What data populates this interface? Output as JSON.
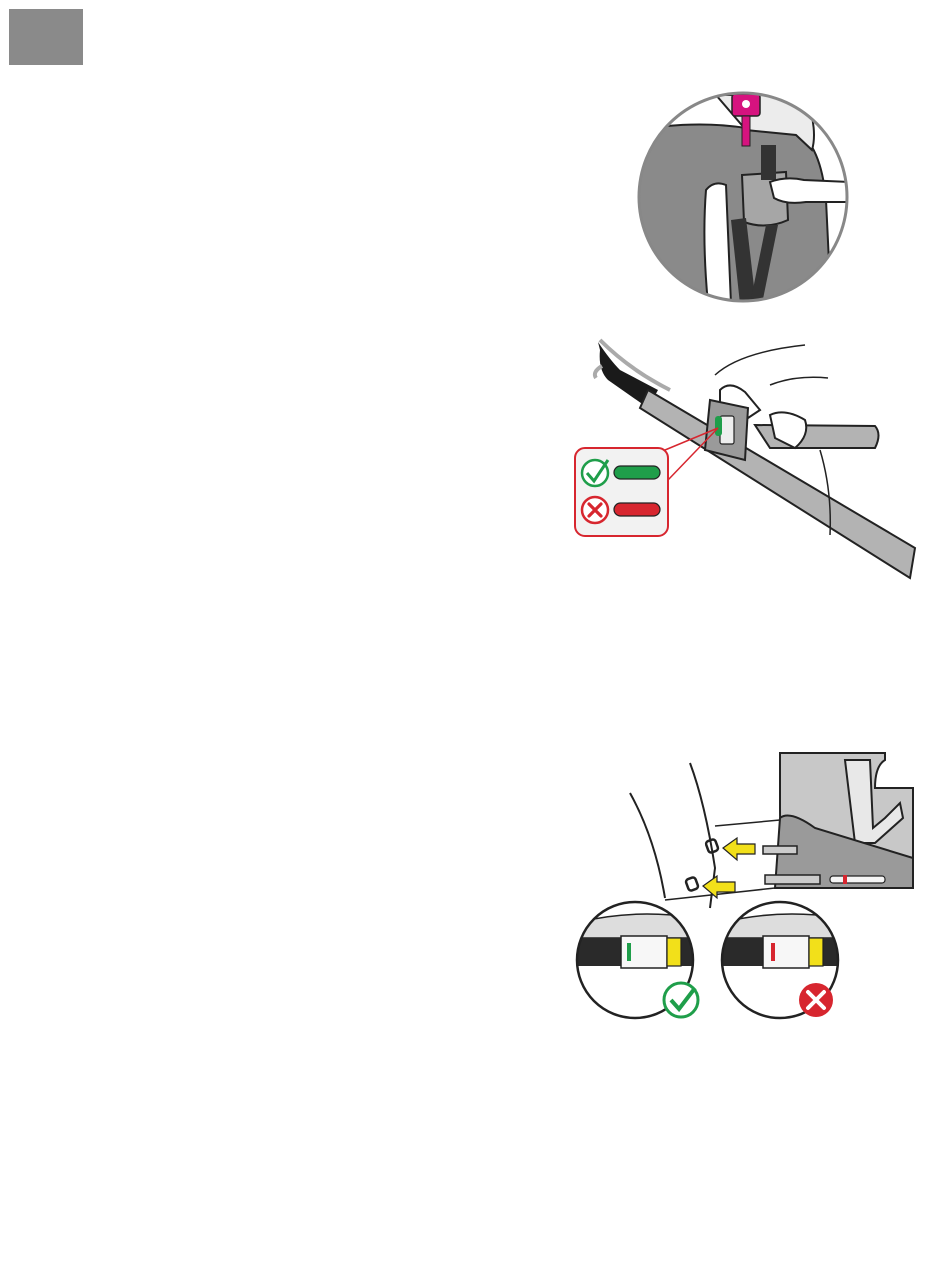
{
  "page": {
    "tab_color": "#8a8a8a"
  },
  "colors": {
    "ok_green": "#1f9e4a",
    "bad_red": "#d7262f",
    "magenta": "#d6137f",
    "arrow_yellow": "#f2e01a",
    "fabric_grey": "#8c8c8c",
    "belt_grey": "#b3b3b3"
  },
  "illustrations": [
    {
      "id": "headrest",
      "icon": "car-seat-headrest-adjust"
    },
    {
      "id": "belt-tension",
      "icon": "belt-tension-indicator",
      "indicators": [
        {
          "state": "correct",
          "icon": "check-icon"
        },
        {
          "state": "incorrect",
          "icon": "cross-icon"
        }
      ]
    },
    {
      "id": "isofix",
      "icon": "isofix-connector-insertion",
      "indicators": [
        {
          "state": "correct",
          "icon": "check-icon"
        },
        {
          "state": "incorrect",
          "icon": "cross-icon"
        }
      ]
    }
  ]
}
